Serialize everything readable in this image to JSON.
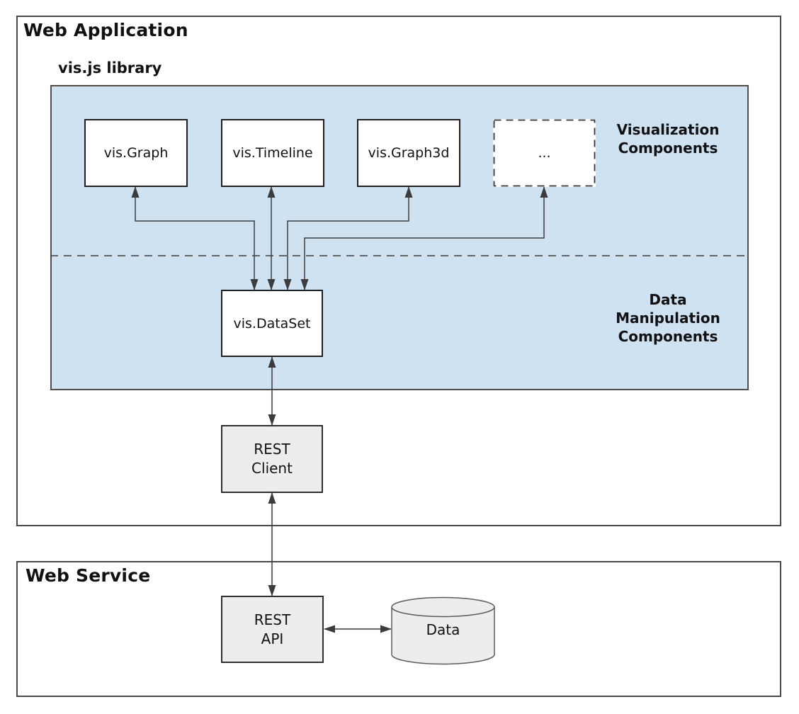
{
  "app": {
    "title": "Web Application"
  },
  "library": {
    "title": "vis.js library",
    "components": [
      {
        "label": "vis.Graph"
      },
      {
        "label": "vis.Timeline"
      },
      {
        "label": "vis.Graph3d"
      },
      {
        "label": "..."
      }
    ],
    "visualization_annotation": {
      "line1": "Visualization",
      "line2": "Components"
    },
    "data_annotation": {
      "line1": "Data",
      "line2": "Manipulation",
      "line3": "Components"
    },
    "dataset": {
      "label": "vis.DataSet"
    }
  },
  "rest_client": {
    "line1": "REST",
    "line2": "Client"
  },
  "service": {
    "title": "Web Service",
    "rest_api": {
      "line1": "REST",
      "line2": "API"
    },
    "datastore": {
      "label": "Data"
    }
  },
  "colors": {
    "library_fill": "#cfe2f2",
    "component_fill": "#ffffff",
    "external_fill": "#ededed",
    "line": "#3c3c3c"
  }
}
